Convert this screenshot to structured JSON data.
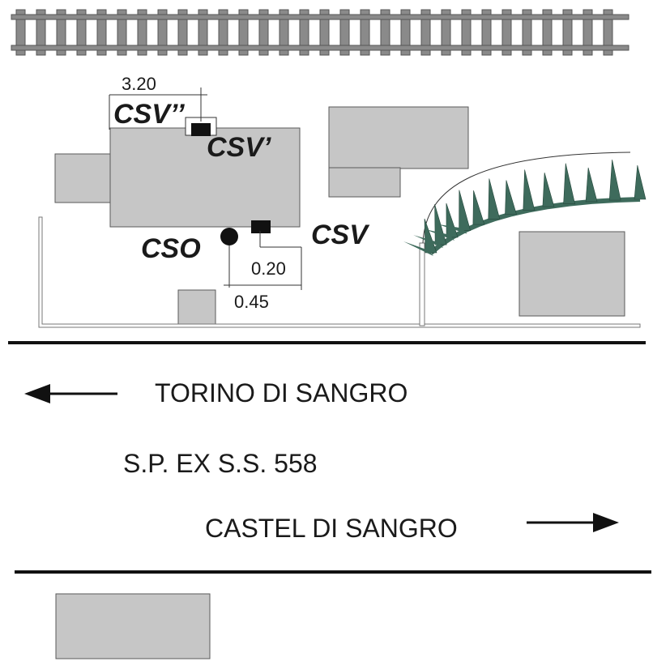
{
  "labels": {
    "csv_double": "CSV’’",
    "csv_single": "CSV’",
    "csv": "CSV",
    "cso": "CSO"
  },
  "dimensions": {
    "d_320": "3.20",
    "d_020": "0.20",
    "d_045": "0.45"
  },
  "road": {
    "direction_left": "TORINO DI SANGRO",
    "road_name": "S.P. EX S.S. 558",
    "direction_right": "CASTEL DI SANGRO"
  },
  "icons": [
    "railway-track-icon",
    "arrow-left-icon",
    "arrow-right-icon",
    "hedge-icon"
  ],
  "colors": {
    "building": "#c6c6c6",
    "rail": "#8a8a8a",
    "hedge": "#3e6b5c",
    "line": "#1a1a1a"
  }
}
